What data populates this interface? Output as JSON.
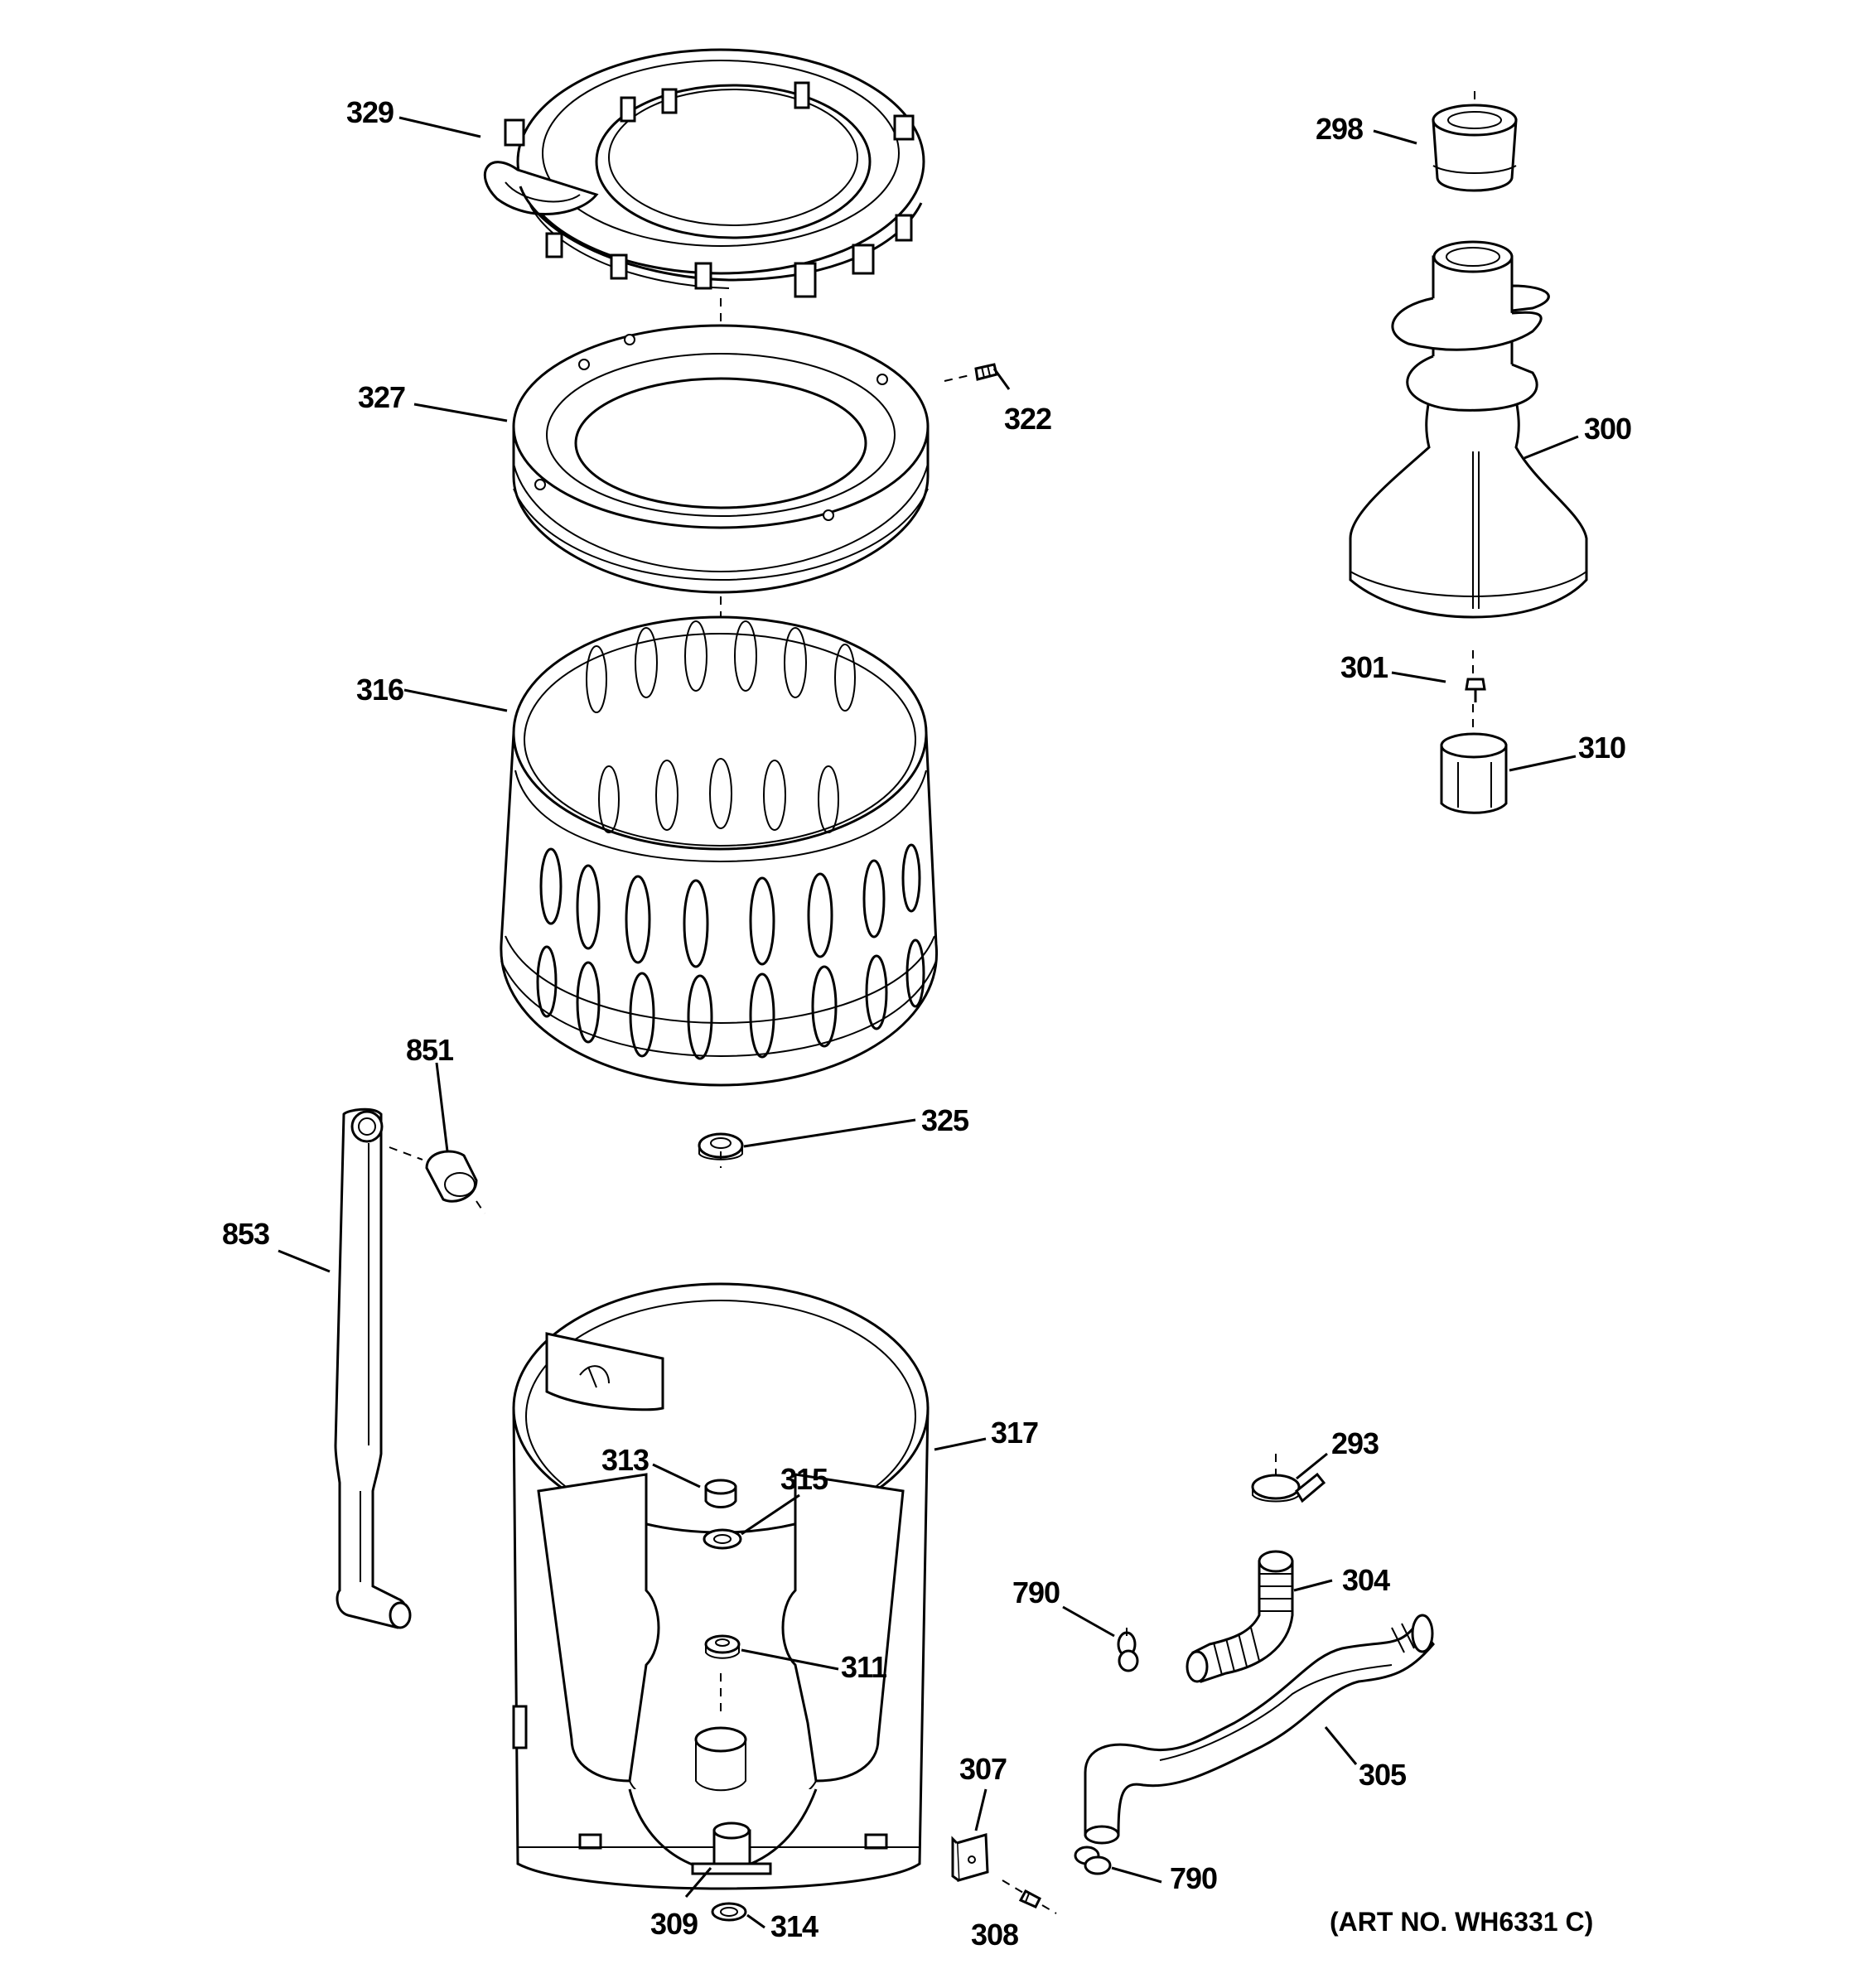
{
  "diagram": {
    "art_number": "(ART NO. WH6331 C)",
    "labels": [
      {
        "id": "329",
        "text": "329"
      },
      {
        "id": "327",
        "text": "327"
      },
      {
        "id": "322",
        "text": "322"
      },
      {
        "id": "316",
        "text": "316"
      },
      {
        "id": "851",
        "text": "851"
      },
      {
        "id": "853",
        "text": "853"
      },
      {
        "id": "325",
        "text": "325"
      },
      {
        "id": "298",
        "text": "298"
      },
      {
        "id": "300",
        "text": "300"
      },
      {
        "id": "301",
        "text": "301"
      },
      {
        "id": "310",
        "text": "310"
      },
      {
        "id": "317",
        "text": "317"
      },
      {
        "id": "313",
        "text": "313"
      },
      {
        "id": "315",
        "text": "315"
      },
      {
        "id": "311",
        "text": "311"
      },
      {
        "id": "309",
        "text": "309"
      },
      {
        "id": "314",
        "text": "314"
      },
      {
        "id": "293",
        "text": "293"
      },
      {
        "id": "304",
        "text": "304"
      },
      {
        "id": "790a",
        "text": "790"
      },
      {
        "id": "305",
        "text": "305"
      },
      {
        "id": "307",
        "text": "307"
      },
      {
        "id": "308",
        "text": "308"
      },
      {
        "id": "790b",
        "text": "790"
      }
    ]
  }
}
